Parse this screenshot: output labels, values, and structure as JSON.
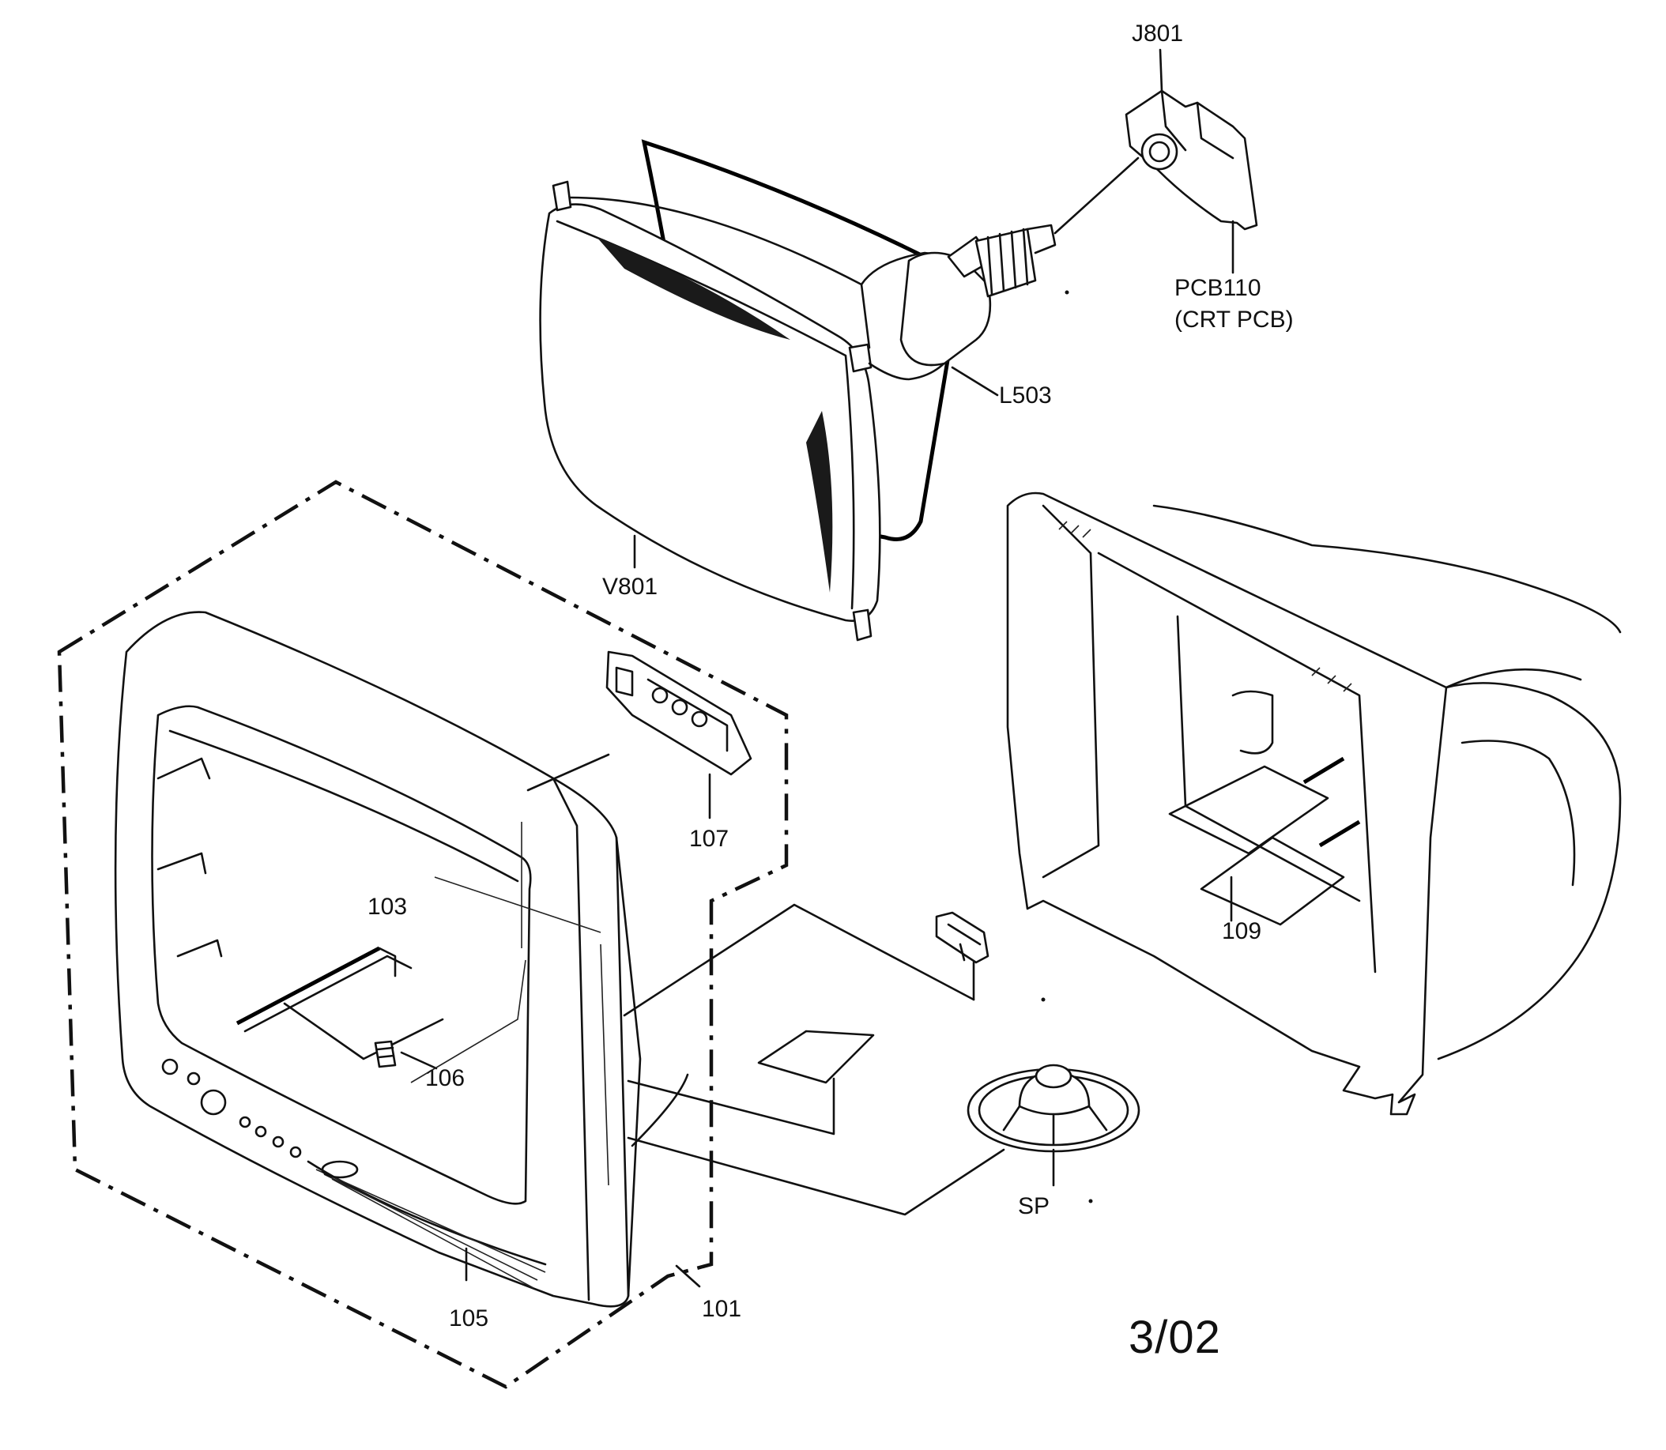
{
  "diagram": {
    "labels": {
      "j801": "J801",
      "pcb110": "PCB110",
      "crt_pcb": "(CRT PCB)",
      "l503": "L503",
      "v801": "V801",
      "p107": "107",
      "p103": "103",
      "p106": "106",
      "p109": "109",
      "sp": "SP",
      "p105": "105",
      "p101": "101"
    },
    "date": "3/02"
  }
}
